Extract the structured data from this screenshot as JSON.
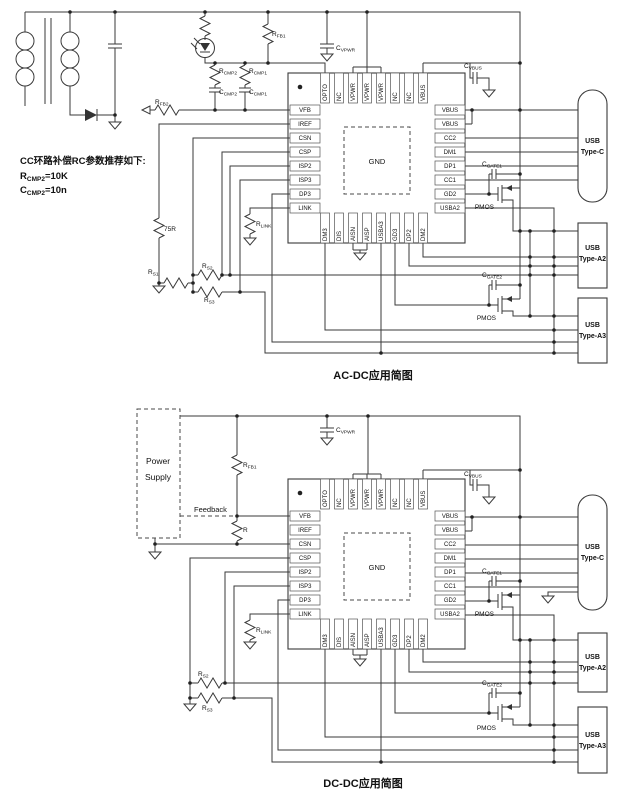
{
  "note": {
    "title": "CC环路补偿RC参数推荐如下:",
    "r_line": {
      "main": "R",
      "sub": "CMP2",
      "suffix": "=10K"
    },
    "c_line": {
      "main": "C",
      "sub": "CMP2",
      "suffix": "=10n"
    }
  },
  "captions": {
    "ac": "AC-DC应用简图",
    "dc": "DC-DC应用简图"
  },
  "ic": {
    "pad_label": "GND",
    "pins": {
      "top": [
        "OPTO",
        "NC",
        "VPWR",
        "VPWR",
        "VPWR",
        "NC",
        "NC",
        "VBUS"
      ],
      "left": [
        "VFB",
        "IREF",
        "CSN",
        "CSP",
        "ISP2",
        "ISP3",
        "DP3",
        "LINK"
      ],
      "right": [
        "VBUS",
        "VBUS",
        "CC2",
        "DM1",
        "DP1",
        "CC1",
        "GD2",
        "USBA2"
      ],
      "bottom": [
        "DM3",
        "DIS",
        "AISN",
        "AISP",
        "USBA3",
        "GD3",
        "DP2",
        "DM2"
      ]
    }
  },
  "connectors": {
    "type_c": {
      "line1": "USB",
      "line2": "Type-C"
    },
    "type_a2": {
      "line1": "USB",
      "line2": "Type-A2"
    },
    "type_a3": {
      "line1": "USB",
      "line2": "Type-A3"
    }
  },
  "labels": {
    "r_fb1": {
      "main": "R",
      "sub": "FB1"
    },
    "r_fb2": {
      "main": "R",
      "sub": "FB2"
    },
    "r_cmp2": {
      "main": "R",
      "sub": "CMP2"
    },
    "r_cmp1": {
      "main": "R",
      "sub": "CMP1"
    },
    "c_cmp2": {
      "main": "C",
      "sub": "CMP2"
    },
    "c_cmp1": {
      "main": "C",
      "sub": "CMP1"
    },
    "c_vpwr": {
      "main": "C",
      "sub": "VPWR"
    },
    "c_vbus": {
      "main": "C",
      "sub": "VBUS"
    },
    "c_gate1": {
      "main": "C",
      "sub": "GATE1"
    },
    "c_gate2": {
      "main": "C",
      "sub": "GATE2"
    },
    "r_link": {
      "main": "R",
      "sub": "LINK"
    },
    "r_s1": {
      "main": "R",
      "sub": "S1"
    },
    "r_s2": {
      "main": "R",
      "sub": "S2"
    },
    "r_s3": {
      "main": "R",
      "sub": "S3"
    },
    "r75": "75R",
    "r_plain": "R",
    "pmos": "PMOS"
  },
  "power_supply": {
    "line1": "Power",
    "line2": "Supply"
  },
  "feedback_label": "Feedback",
  "line_color": "#3a3a3a"
}
